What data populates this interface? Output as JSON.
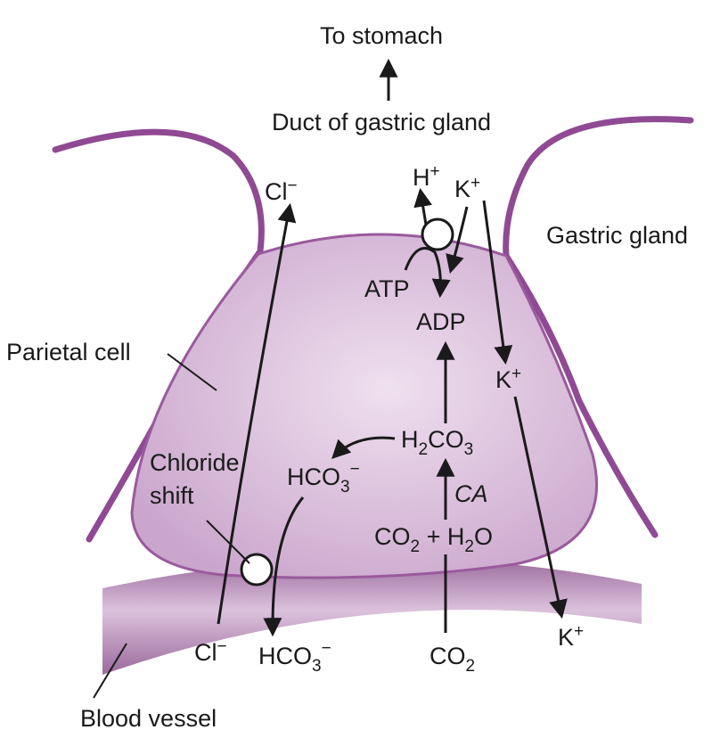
{
  "labels": {
    "to_stomach": "To stomach",
    "duct": "Duct of gastric gland",
    "gastric_gland": "Gastric gland",
    "parietal_cell": "Parietal cell",
    "chloride_shift_line1": "Chloride",
    "chloride_shift_line2": "shift",
    "blood_vessel": "Blood vessel"
  },
  "species": {
    "cl_top": {
      "base": "Cl",
      "sup": "−"
    },
    "h_plus": {
      "base": "H",
      "sup": "+"
    },
    "k_top": {
      "base": "K",
      "sup": "+"
    },
    "atp": "ATP",
    "adp": "ADP",
    "k_mid": {
      "base": "K",
      "sup": "+"
    },
    "h2co3": {
      "a": "H",
      "sub1": "2",
      "b": "CO",
      "sub2": "3"
    },
    "hco3_cell": {
      "base": "HCO",
      "sub": "3",
      "sup": "−"
    },
    "ca": "CA",
    "co2_h2o": {
      "a": "CO",
      "sub1": "2",
      "b": " + H",
      "sub2": "2",
      "c": "O"
    },
    "cl_blood": {
      "base": "Cl",
      "sup": "−"
    },
    "hco3_blood": {
      "base": "HCO",
      "sub": "3",
      "sup": "−"
    },
    "co2_blood": {
      "base": "CO",
      "sub": "2"
    },
    "k_blood": {
      "base": "K",
      "sup": "+"
    }
  },
  "colors": {
    "cell_fill_center": "#efe0ef",
    "cell_fill_edge": "#caa5cc",
    "cell_stroke": "#9a5a9d",
    "gland_stroke": "#8f4a93",
    "vessel_light": "#dcc2dd",
    "vessel_dark": "#9a6a9c",
    "ink": "#1a1a1a"
  }
}
